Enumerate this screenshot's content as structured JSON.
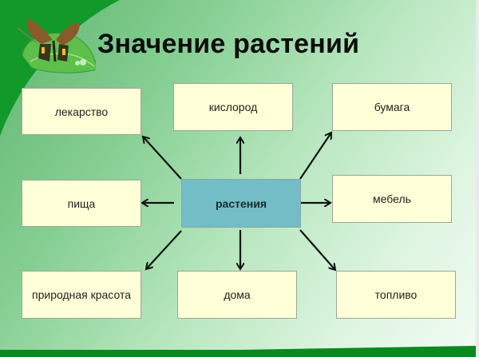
{
  "title": "Значение растений",
  "colors": {
    "dark_green": "#0a8a1e",
    "box_fill": "#ffffd8",
    "center_fill": "#73bdc6",
    "arrow": "#111111"
  },
  "center": {
    "label": "растения"
  },
  "nodes": [
    {
      "id": "medicine",
      "label": "лекарство"
    },
    {
      "id": "oxygen",
      "label": "кислород"
    },
    {
      "id": "paper",
      "label": "бумага"
    },
    {
      "id": "food",
      "label": "пища"
    },
    {
      "id": "furniture",
      "label": "мебель"
    },
    {
      "id": "natural-beauty",
      "label": "природная красота"
    },
    {
      "id": "houses",
      "label": "дома"
    },
    {
      "id": "fuel",
      "label": "топливо"
    }
  ],
  "decoration": {
    "icon": "butterfly-on-leaf-icon"
  }
}
